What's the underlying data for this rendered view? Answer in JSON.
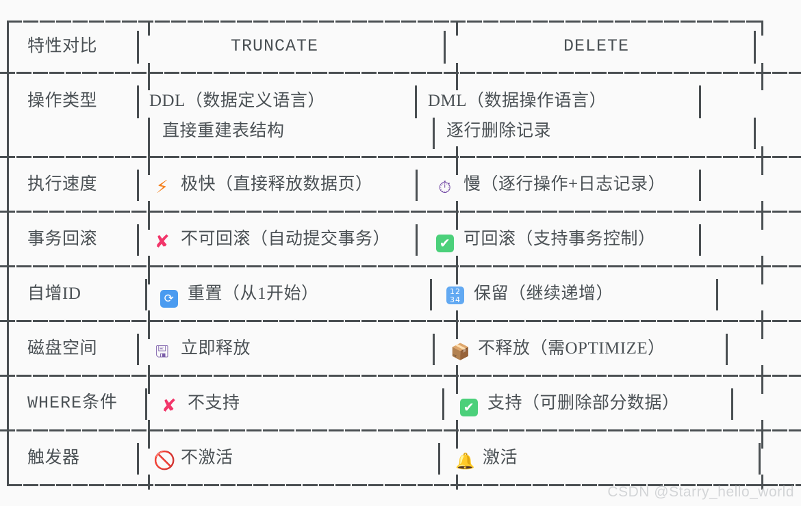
{
  "meta": {
    "background_color": "#fafafa",
    "line_color": "#4a4f52",
    "text_color": "#4b5155"
  },
  "watermark": "CSDN @Starry_hello_world",
  "table": {
    "headers": {
      "feature": "特性对比",
      "truncate": "TRUNCATE",
      "delete": "DELETE"
    },
    "rows": [
      {
        "feature": "操作类型",
        "truncate_icon": "",
        "truncate_icon_name": "",
        "truncate": "DDL（数据定义语言）",
        "truncate_line2": "直接重建表结构",
        "delete_icon": "",
        "delete_icon_name": "",
        "delete": "DML（数据操作语言）",
        "delete_line2": "逐行删除记录"
      },
      {
        "feature": "执行速度",
        "truncate_icon": "⚡",
        "truncate_icon_name": "lightning-bolt-icon",
        "truncate": "极快（直接释放数据页）",
        "delete_icon": "⏱",
        "delete_icon_name": "stopwatch-icon",
        "delete": "慢（逐行操作+日志记录）"
      },
      {
        "feature": "事务回滚",
        "truncate_icon": "✘",
        "truncate_icon_name": "cross-mark-icon",
        "truncate": "不可回滚（自动提交事务）",
        "delete_icon": "✔",
        "delete_icon_name": "check-mark-box-icon",
        "delete": "可回滚（支持事务控制）"
      },
      {
        "feature": "自增ID",
        "truncate_icon": "🗘",
        "truncate_icon_name": "reset-refresh-icon",
        "truncate": "重置（从1开始）",
        "delete_icon": "1234",
        "delete_icon_name": "input-numbers-icon",
        "delete": "保留（继续递增）"
      },
      {
        "feature": "磁盘空间",
        "truncate_icon": "▣",
        "truncate_icon_name": "floppy-disk-icon",
        "truncate": "立即释放",
        "delete_icon": "◈",
        "delete_icon_name": "package-box-icon",
        "delete": "不释放（需OPTIMIZE）"
      },
      {
        "feature": "WHERE条件",
        "truncate_icon": "✘",
        "truncate_icon_name": "cross-mark-icon",
        "truncate": "不支持",
        "delete_icon": "✔",
        "delete_icon_name": "check-mark-box-icon",
        "delete": "支持（可删除部分数据）"
      },
      {
        "feature": "触发器",
        "truncate_icon": "🚫",
        "truncate_icon_name": "prohibited-icon",
        "truncate": "不激活",
        "delete_icon": "🔔",
        "delete_icon_name": "bell-icon",
        "delete": "激活"
      }
    ]
  }
}
